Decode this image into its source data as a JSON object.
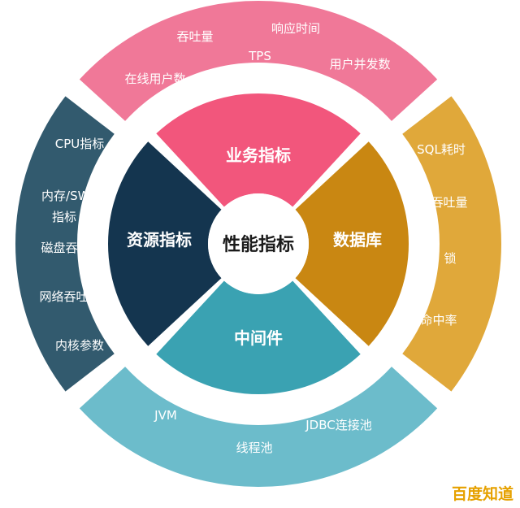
{
  "center": {
    "title": "性能指标"
  },
  "sectors": {
    "business": {
      "title": "业务指标",
      "color": "#f2567c",
      "outer_color": "#f07898",
      "items": [
        "吞吐量",
        "响应时间",
        "TPS",
        "在线用户数",
        "用户并发数"
      ]
    },
    "database": {
      "title": "数据库",
      "color": "#c98712",
      "outer_color": "#e0a83a",
      "items": [
        "SQL耗时",
        "吞吐量",
        "锁",
        "命中率"
      ]
    },
    "middleware": {
      "title": "中间件",
      "color": "#3aa2b2",
      "outer_color": "#6cbccb",
      "items": [
        "JVM",
        "JDBC连接池",
        "线程池"
      ]
    },
    "resource": {
      "title": "资源指标",
      "color": "#14354f",
      "outer_color": "#325a6e",
      "items": [
        "CPU指标",
        "内存/SWAP",
        "指标",
        "磁盘吞吐量",
        "网络吞吐量",
        "内核参数"
      ]
    }
  },
  "watermark": {
    "text": "百度知道"
  }
}
